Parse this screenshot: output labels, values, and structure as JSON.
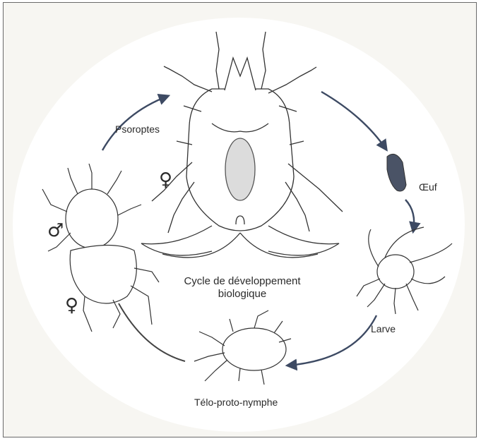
{
  "labels": {
    "psoroptes": "Psoroptes",
    "oeuf": "Œuf",
    "larve": "Larve",
    "telo": "Télo-proto-nymphe",
    "cycle_line1": "Cycle de développement",
    "cycle_line2": "biologique"
  },
  "symbols": {
    "female_main": "♀",
    "male": "♂",
    "female_pair": "♀"
  },
  "colors": {
    "arrow": "#3d4a63",
    "egg": "#4a5366",
    "line": "#333333"
  }
}
